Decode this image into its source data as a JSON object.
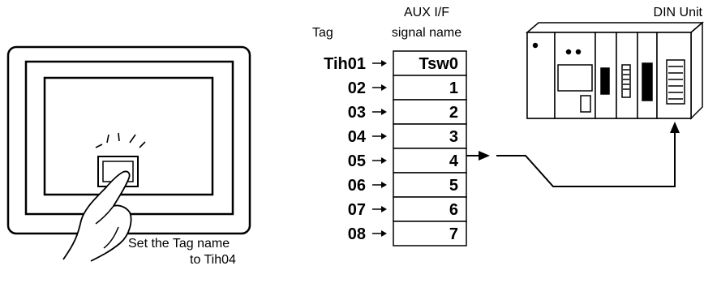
{
  "headers": {
    "tag": "Tag",
    "aux_line1": "AUX I/F",
    "aux_line2": "signal name",
    "din_unit": "DIN Unit"
  },
  "rows": [
    {
      "tag": "Tih01",
      "signal": "Tsw0"
    },
    {
      "tag": "02",
      "signal": "1"
    },
    {
      "tag": "03",
      "signal": "2"
    },
    {
      "tag": "04",
      "signal": "3"
    },
    {
      "tag": "05",
      "signal": "4"
    },
    {
      "tag": "06",
      "signal": "5"
    },
    {
      "tag": "07",
      "signal": "6"
    },
    {
      "tag": "08",
      "signal": "7"
    }
  ],
  "active_row": 3,
  "note": {
    "line1": "Set the Tag name",
    "line2": "to Tih04"
  }
}
